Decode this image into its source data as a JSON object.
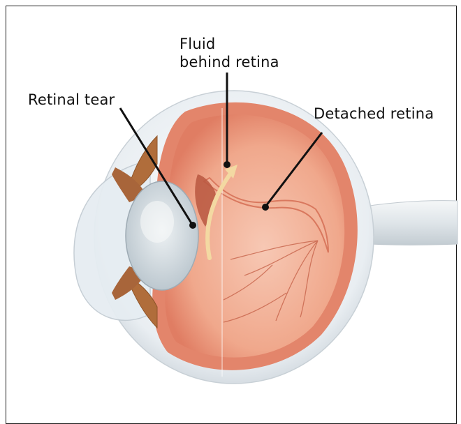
{
  "labels": {
    "fluid_line1": "Fluid",
    "fluid_line2": "behind retina",
    "retinal_tear": "Retinal tear",
    "detached_retina": "Detached retina"
  },
  "colors": {
    "sclera": "#eef1f4",
    "choroid": "#e48a70",
    "retina": "#f3a98e",
    "vitreous": "#f6c2ad",
    "lens": "#cfd8de",
    "iris": "#b8733f",
    "arrow": "#f3d9a2",
    "leader_line": "#111111"
  }
}
